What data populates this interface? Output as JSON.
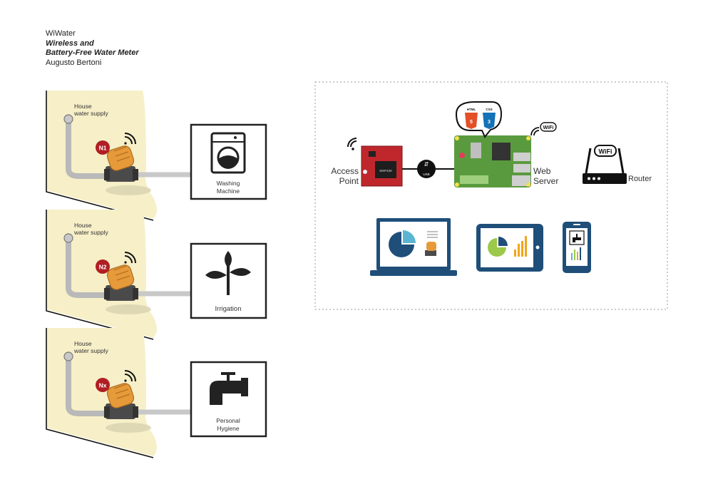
{
  "header": {
    "title": "WiWater",
    "subtitle_line1": "Wireless and",
    "subtitle_line2": "Battery-Free Water Meter",
    "author": "Augusto Bertoni"
  },
  "meters": [
    {
      "supply_label_1": "House",
      "supply_label_2": "water supply",
      "node": "N1",
      "use_label_1": "Washing",
      "use_label_2": "Machine",
      "use_icon": "washing-machine-icon"
    },
    {
      "supply_label_1": "House",
      "supply_label_2": "water supply",
      "node": "N2",
      "use_label_1": "Irrigation",
      "use_label_2": "",
      "use_icon": "plant-icon"
    },
    {
      "supply_label_1": "House",
      "supply_label_2": "water supply",
      "node": "Nx",
      "use_label_1": "Personal",
      "use_label_2": "Hygiene",
      "use_icon": "faucet-icon"
    }
  ],
  "network": {
    "access_point_1": "Access",
    "access_point_2": "Point",
    "usb": "USB",
    "web_server_1": "Web",
    "web_server_2": "Server",
    "router": "Router",
    "wifi": "WiFi",
    "html_badge": "HTML",
    "css_badge": "CSS",
    "board_chip": "MSP430"
  },
  "colors": {
    "wall": "#f6efc8",
    "node_badge": "#b01e23",
    "meter_body": "#e69a3a",
    "device_blue": "#1f4e79",
    "pi_green": "#5a9a3e",
    "board_red": "#c0272d"
  }
}
